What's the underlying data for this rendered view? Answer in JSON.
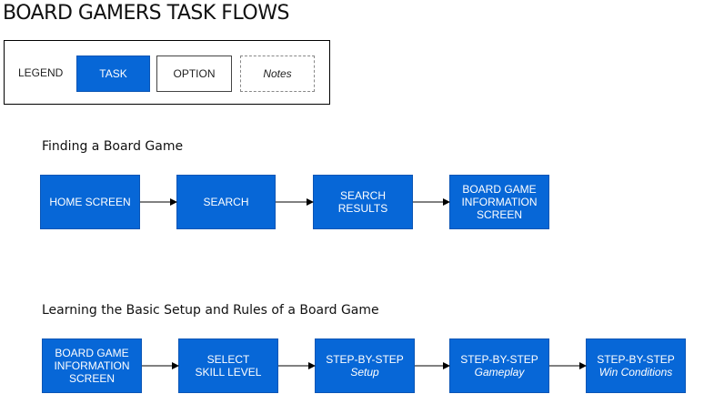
{
  "title": "BOARD GAMERS TASK FLOWS",
  "legend": {
    "label": "LEGEND",
    "task": "TASK",
    "option": "OPTION",
    "notes": "Notes"
  },
  "colors": {
    "task_fill": "#0767d7",
    "task_border": "#0a55b5",
    "arrow": "#000000"
  },
  "flows": [
    {
      "title": "Finding a Board Game",
      "steps": [
        {
          "lines": [
            "HOME SCREEN"
          ]
        },
        {
          "lines": [
            "SEARCH"
          ]
        },
        {
          "lines": [
            "SEARCH",
            "RESULTS"
          ]
        },
        {
          "lines": [
            "BOARD GAME",
            "INFORMATION",
            "SCREEN"
          ]
        }
      ]
    },
    {
      "title": "Learning the Basic Setup and Rules of a Board Game",
      "steps": [
        {
          "lines": [
            "BOARD GAME",
            "INFORMATION",
            "SCREEN"
          ]
        },
        {
          "lines": [
            "SELECT",
            "SKILL LEVEL"
          ]
        },
        {
          "lines": [
            "STEP-BY-STEP"
          ],
          "sub": "Setup"
        },
        {
          "lines": [
            "STEP-BY-STEP"
          ],
          "sub": "Gameplay"
        },
        {
          "lines": [
            "STEP-BY-STEP"
          ],
          "sub": "Win Conditions"
        }
      ]
    }
  ]
}
